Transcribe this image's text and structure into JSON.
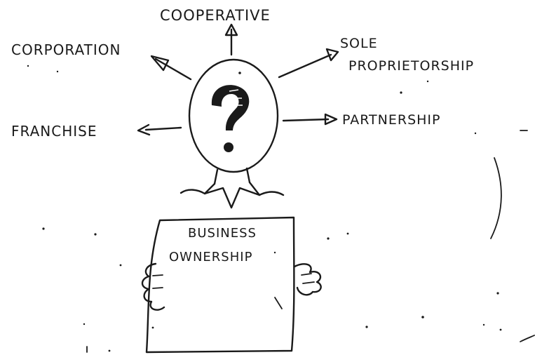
{
  "options": {
    "cooperative": "COOPERATIVE",
    "corporation": "CORPORATION",
    "sole_line1": "SOLE",
    "sole_line2": "PROPRIETORSHIP",
    "partnership": "PARTNERSHIP",
    "franchise": "FRANCHISE"
  },
  "head": {
    "symbol": "?"
  },
  "sign": {
    "line1": "BUSINESS",
    "line2": "OWNERSHIP"
  }
}
